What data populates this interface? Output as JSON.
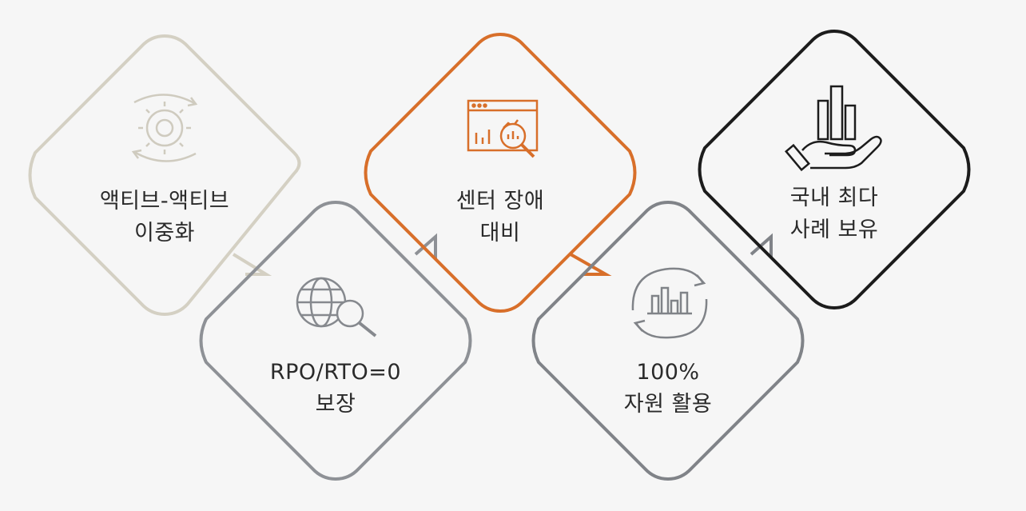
{
  "steps": [
    {
      "line1": "액티브-액티브",
      "line2": "이중화",
      "icon": "gear-cycle-icon",
      "color": "#d4d0c3"
    },
    {
      "line1": "RPO/RTO=0",
      "line2": "보장",
      "icon": "globe-search-icon",
      "color": "#8e9196"
    },
    {
      "line1": "센터 장애",
      "line2": "대비",
      "icon": "dashboard-search-icon",
      "color": "#d86f2a"
    },
    {
      "line1": "100%",
      "line2": "자원 활용",
      "icon": "cycle-chart-icon",
      "color": "#808388"
    },
    {
      "line1": "국내 최다",
      "line2": "사례 보유",
      "icon": "hand-chart-icon",
      "color": "#1c1c1c"
    }
  ]
}
